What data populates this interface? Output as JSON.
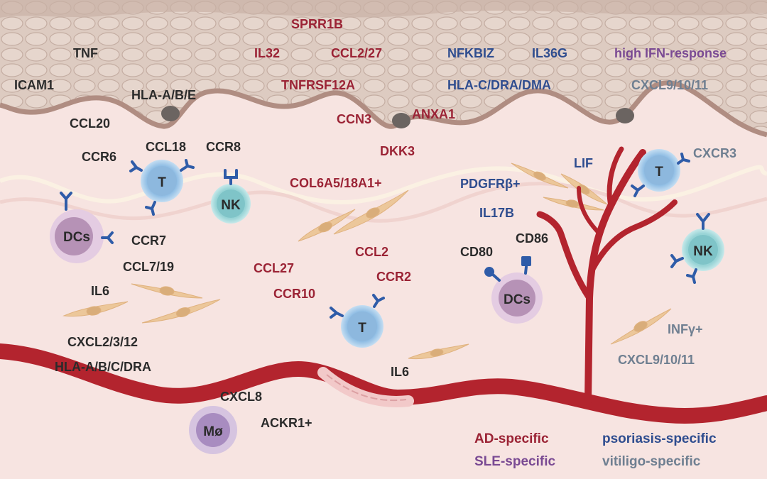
{
  "colors": {
    "common": "#2b2b2b",
    "ad": "#9b2335",
    "psoriasis": "#2f4d8f",
    "sle": "#7a4a93",
    "vitiligo": "#6f7f91",
    "vessel": "#b3242e",
    "epidermis": "#ddcbc1",
    "dermis": "#f7e4e1",
    "fibroblast": "#ecc79a",
    "receptor": "#2f5ca8"
  },
  "cells": {
    "dc_left": "DCs",
    "t_top": "T",
    "nk_top": "NK",
    "t_mid": "T",
    "dc_mid": "DCs",
    "t_right": "T",
    "nk_right": "NK",
    "macrophage": "Mø"
  },
  "labels": [
    {
      "id": "tnf",
      "text": "TNF",
      "group": "common"
    },
    {
      "id": "icam1",
      "text": "ICAM1",
      "group": "common"
    },
    {
      "id": "hla-abe",
      "text": "HLA-A/B/E",
      "group": "common"
    },
    {
      "id": "ccl20",
      "text": "CCL20",
      "group": "common"
    },
    {
      "id": "ccr6",
      "text": "CCR6",
      "group": "common"
    },
    {
      "id": "ccl18",
      "text": "CCL18",
      "group": "common"
    },
    {
      "id": "ccr8",
      "text": "CCR8",
      "group": "common"
    },
    {
      "id": "ccr7",
      "text": "CCR7",
      "group": "common"
    },
    {
      "id": "ccl7-19",
      "text": "CCL7/19",
      "group": "common"
    },
    {
      "id": "il6-left",
      "text": "IL6",
      "group": "common"
    },
    {
      "id": "cxcl2-3-12",
      "text": "CXCL2/3/12",
      "group": "common"
    },
    {
      "id": "hla-abcdra",
      "text": "HLA-A/B/C/DRA",
      "group": "common"
    },
    {
      "id": "cxcl8",
      "text": "CXCL8",
      "group": "common"
    },
    {
      "id": "ackr1",
      "text": "ACKR1+",
      "group": "common"
    },
    {
      "id": "il6-bottom",
      "text": "IL6",
      "group": "common"
    },
    {
      "id": "cd80",
      "text": "CD80",
      "group": "common"
    },
    {
      "id": "cd86",
      "text": "CD86",
      "group": "common"
    },
    {
      "id": "sprr1b",
      "text": "SPRR1B",
      "group": "ad"
    },
    {
      "id": "il32",
      "text": "IL32",
      "group": "ad"
    },
    {
      "id": "ccl2-27",
      "text": "CCL2/27",
      "group": "ad"
    },
    {
      "id": "tnfrsf12a",
      "text": "TNFRSF12A",
      "group": "ad"
    },
    {
      "id": "ccn3",
      "text": "CCN3",
      "group": "ad"
    },
    {
      "id": "anxa1",
      "text": "ANXA1",
      "group": "ad"
    },
    {
      "id": "dkk3",
      "text": "DKK3",
      "group": "ad"
    },
    {
      "id": "col6a5",
      "text": "COL6A5/18A1+",
      "group": "ad"
    },
    {
      "id": "ccl2",
      "text": "CCL2",
      "group": "ad"
    },
    {
      "id": "ccl27",
      "text": "CCL27",
      "group": "ad"
    },
    {
      "id": "ccr2",
      "text": "CCR2",
      "group": "ad"
    },
    {
      "id": "ccr10",
      "text": "CCR10",
      "group": "ad"
    },
    {
      "id": "nfkbiz",
      "text": "NFKBIZ",
      "group": "psoriasis"
    },
    {
      "id": "il36g",
      "text": "IL36G",
      "group": "psoriasis"
    },
    {
      "id": "hla-cdra",
      "text": "HLA-C/DRA/DMA",
      "group": "psoriasis"
    },
    {
      "id": "pdgfrb",
      "text": "PDGFRβ+",
      "group": "psoriasis"
    },
    {
      "id": "il17b",
      "text": "IL17B",
      "group": "psoriasis"
    },
    {
      "id": "lif",
      "text": "LIF",
      "group": "psoriasis"
    },
    {
      "id": "ifn-response",
      "text": "high IFN-response",
      "group": "sle"
    },
    {
      "id": "cxcl9-top",
      "text": "CXCL9/10/11",
      "group": "vitiligo"
    },
    {
      "id": "cxcr3",
      "text": "CXCR3",
      "group": "vitiligo"
    },
    {
      "id": "infg",
      "text": "INFγ+",
      "group": "vitiligo"
    },
    {
      "id": "cxcl9-bottom",
      "text": "CXCL9/10/11",
      "group": "vitiligo"
    }
  ],
  "legend": [
    {
      "id": "ad",
      "text": "AD-specific",
      "group": "ad"
    },
    {
      "id": "psoriasis",
      "text": "psoriasis-specific",
      "group": "psoriasis"
    },
    {
      "id": "sle",
      "text": "SLE-specific",
      "group": "sle"
    },
    {
      "id": "vitiligo",
      "text": "vitiligo-specific",
      "group": "vitiligo"
    }
  ]
}
